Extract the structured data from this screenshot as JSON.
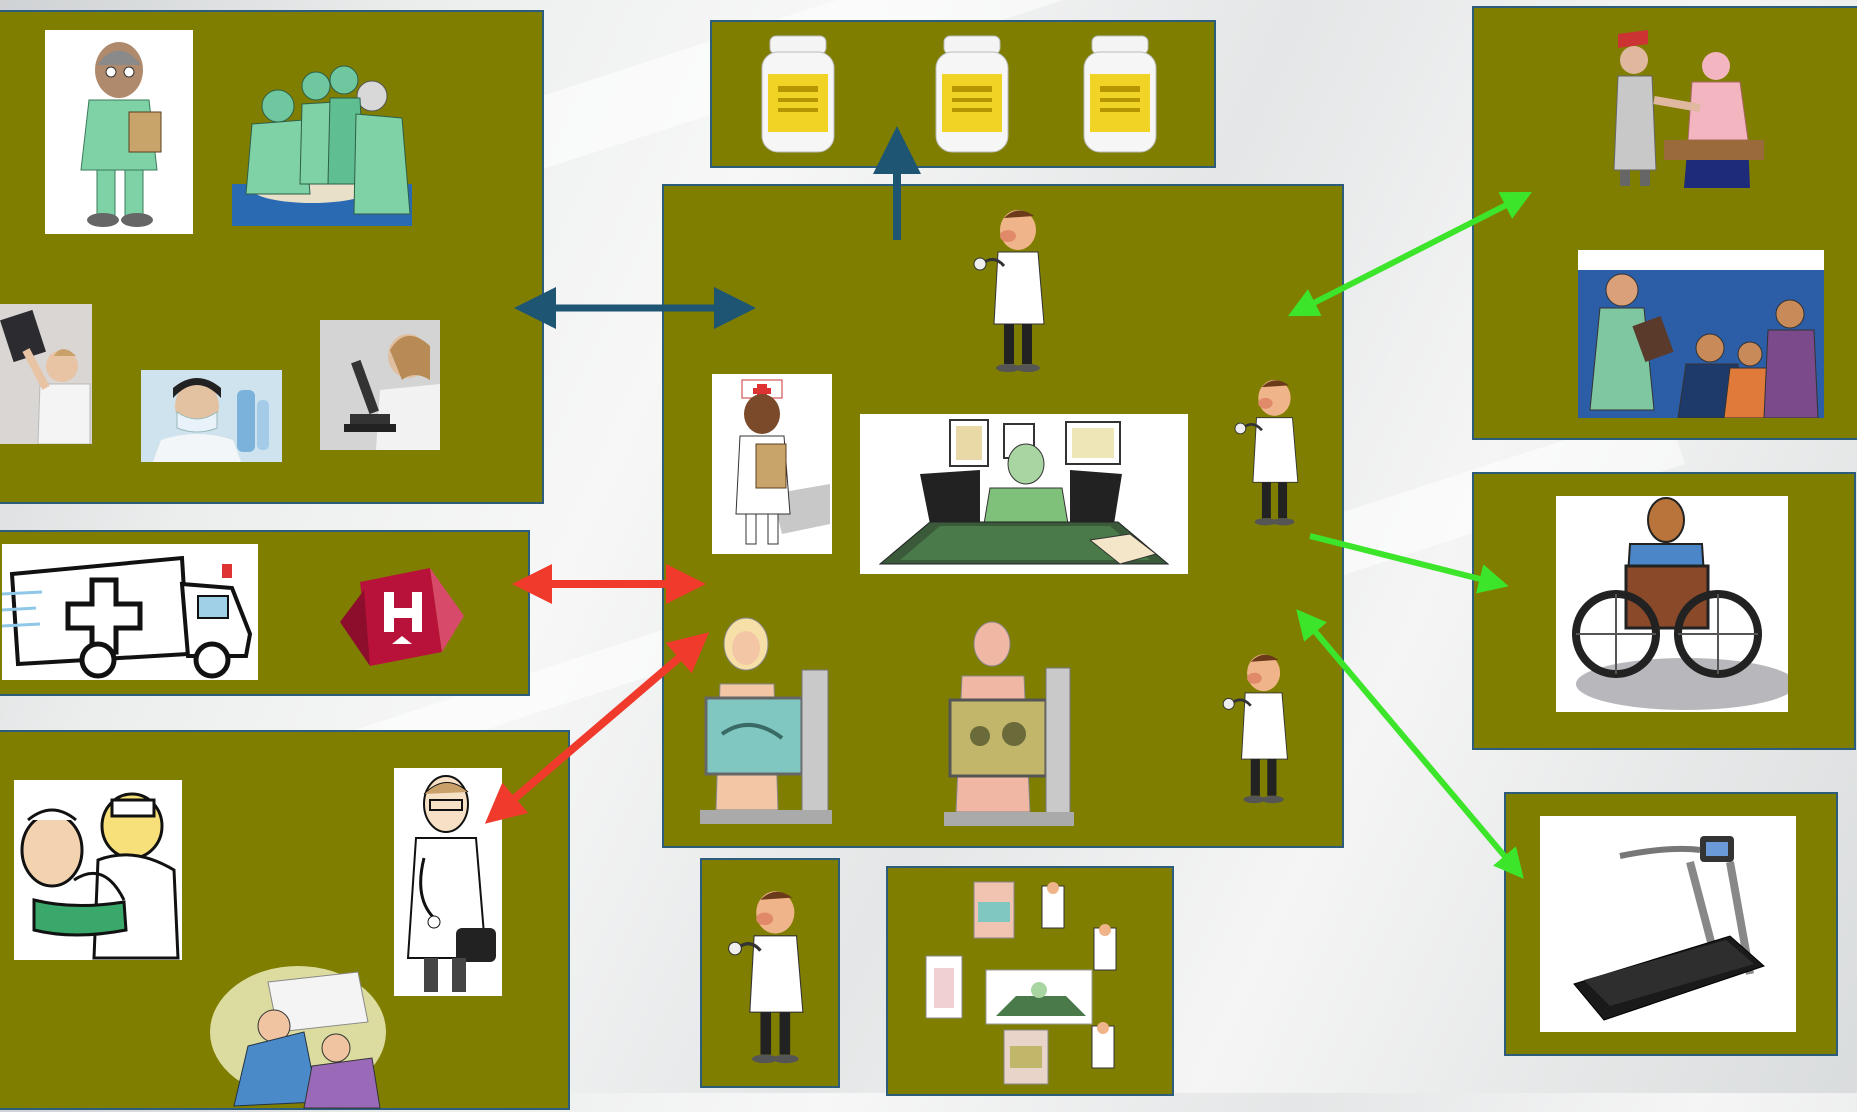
{
  "colors": {
    "panel_fill": "#7f7e00",
    "panel_border": "#2c5d7c",
    "arrow_blue": "#1d5573",
    "arrow_red": "#ef3a2c",
    "arrow_green": "#3de52a"
  },
  "panels": [
    {
      "name": "surgical-lab-panel",
      "icons": [
        "doctor-clipboard-icon",
        "surgeons-operating-icon",
        "xray-viewing-icon",
        "lab-technician-icon",
        "microscope-icon"
      ]
    },
    {
      "name": "medications-panel",
      "icons": [
        "medicine-bottle-icon",
        "medicine-bottle-icon",
        "medicine-bottle-icon"
      ]
    },
    {
      "name": "central-care-panel",
      "icons": [
        "doctor-stethoscope-icon",
        "nurse-clipboard-icon",
        "hospital-director-icon",
        "doctor-stethoscope-icon",
        "xray-patient-female-icon",
        "xray-patient-male-icon",
        "doctor-stethoscope-icon"
      ]
    },
    {
      "name": "emergency-panel",
      "icons": [
        "ambulance-icon",
        "hospital-sign-icon"
      ]
    },
    {
      "name": "primary-care-panel",
      "icons": [
        "nurse-blood-pressure-icon",
        "family-doctor-icon",
        "home-visit-icon"
      ]
    },
    {
      "name": "nursing-panel",
      "icons": [
        "nurse-blood-pressure-icon",
        "nurse-family-consult-icon"
      ]
    },
    {
      "name": "wheelchair-panel",
      "icons": [
        "wheelchair-icon"
      ]
    },
    {
      "name": "treadmill-panel",
      "icons": [
        "treadmill-icon"
      ]
    },
    {
      "name": "single-doctor-panel",
      "icons": [
        "doctor-stethoscope-icon"
      ]
    },
    {
      "name": "mini-care-panel",
      "icons": [
        "central-care-thumbnail-icon"
      ]
    }
  ],
  "arrows": [
    {
      "name": "arrow-central-to-medications",
      "color": "blue",
      "direction": "one-way"
    },
    {
      "name": "arrow-central-surgical",
      "color": "blue",
      "direction": "two-way"
    },
    {
      "name": "arrow-central-emergency",
      "color": "red",
      "direction": "two-way"
    },
    {
      "name": "arrow-central-primary-care",
      "color": "red",
      "direction": "two-way"
    },
    {
      "name": "arrow-central-nursing",
      "color": "green",
      "direction": "two-way"
    },
    {
      "name": "arrow-central-wheelchair",
      "color": "green",
      "direction": "one-way"
    },
    {
      "name": "arrow-central-treadmill",
      "color": "green",
      "direction": "two-way"
    }
  ]
}
